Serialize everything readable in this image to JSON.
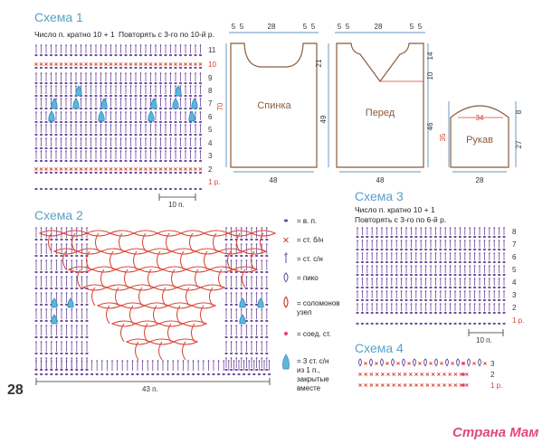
{
  "page_number": "28",
  "watermark": "Страна Мам",
  "scheme1": {
    "title": "Схема 1",
    "note1": "Число п. кратно 10 + 1",
    "note2": "Повторять с 3-го по 10-й р.",
    "row_labels": [
      "11",
      "10",
      "9",
      "8",
      "7",
      "6",
      "5",
      "4",
      "3",
      "2",
      "1 р."
    ],
    "repeat_label": "10 п."
  },
  "scheme2": {
    "title": "Схема 2",
    "width_label": "43 п."
  },
  "scheme3": {
    "title": "Схема 3",
    "note1": "Число п. кратно 10 + 1",
    "note2": "Повторять с 3-го по 6-й р.",
    "row_labels": [
      "8",
      "7",
      "6",
      "5",
      "4",
      "3",
      "2",
      "1 р."
    ],
    "repeat_label": "10 п."
  },
  "scheme4": {
    "title": "Схема 4",
    "row_labels": [
      "3",
      "2",
      "1 р."
    ]
  },
  "pattern_back": {
    "name": "Спинка",
    "top_dims": [
      "5",
      "5",
      "28",
      "5",
      "5"
    ],
    "side_dims": [
      "21",
      "49",
      "70"
    ],
    "bottom_dim": "48"
  },
  "pattern_front": {
    "name": "Перед",
    "top_dims": [
      "5",
      "5",
      "28",
      "5",
      "5"
    ],
    "side_dims": [
      "14",
      "10",
      "46"
    ],
    "bottom_dim": "48"
  },
  "pattern_sleeve": {
    "name": "Рукав",
    "top_dim": "34",
    "side_dims": [
      "8",
      "27",
      "35"
    ],
    "bottom_dim": "28"
  },
  "legend": {
    "items": [
      {
        "icon": "chain-stitch-icon",
        "label": "= в. п."
      },
      {
        "icon": "single-crochet-icon",
        "label": "= ст. б/н"
      },
      {
        "icon": "double-crochet-icon",
        "label": "= ст. с/н"
      },
      {
        "icon": "picot-icon",
        "label": "= пико"
      },
      {
        "icon": "solomon-knot-icon",
        "label": "= соломонов узел"
      },
      {
        "icon": "slip-stitch-icon",
        "label": "= соед. ст."
      },
      {
        "icon": "cluster-icon",
        "label": "= 3 ст. с/н из 1 п., закрытые вместе"
      }
    ]
  },
  "colors": {
    "title": "#5aa0c8",
    "purple": "#6b4a9c",
    "red": "#d9402e",
    "blue": "#2f7fc4",
    "orange": "#e07a4a",
    "cyan": "#58b8d8",
    "pattern_line": "#8a5a3a",
    "dim": "#2f6fb0",
    "pink": "#e04a7a"
  }
}
